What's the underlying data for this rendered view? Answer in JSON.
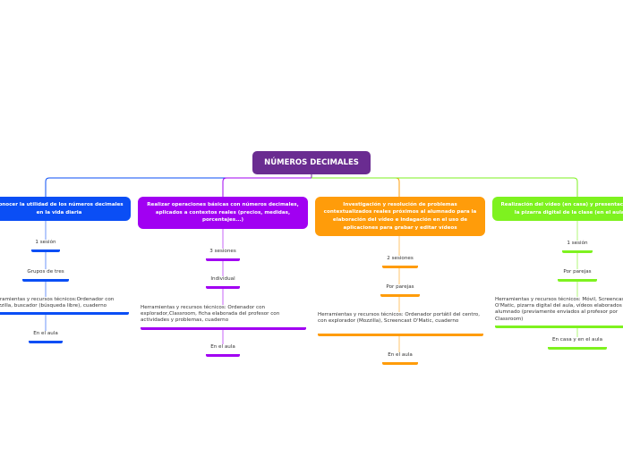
{
  "root": {
    "label": "NÚMEROS DECIMALES",
    "color": "#6a2c91"
  },
  "branches": [
    {
      "label": "Conocer la utilidad de los números decimales en la vida diaria",
      "color": "#0a4ef5",
      "leaves": [
        "1 sesión",
        "Grupos de tres",
        "Herramientas y recursos técnicos:Ordenador con Mozzilla, buscador (búsqueda libre), cuaderno",
        "En el aula"
      ]
    },
    {
      "label": "Realizar operaciones básicas con números decimales, aplicados a contextos reales (precios, medidas, porcentajes...)",
      "color": "#a100f2",
      "leaves": [
        "3 sesiones",
        "Individual",
        "Herramientas y recursos técnicos: Ordenador con explorador,Classroom, ficha elaborada del profesor con actividades y problemas, cuaderno",
        "En el aula"
      ]
    },
    {
      "label": "Investigación y resolución de problemas contextualizados reales próximos al alumnado para la elaboración del vídeo e indagación en el uso de aplicaciones para grabar y editar vídeos",
      "color": "#ff9c0a",
      "leaves": [
        "2 sesiones",
        "Por parejas",
        "Herramientas y recursos técnicos: Ordenador portátil del centro, con explorador (Mozzilla), Screencast O'Matic, cuaderno",
        "En el aula"
      ]
    },
    {
      "label": "Realización del vídeo (en casa) y presentación en la pizarra digital de la clase (en el aula)",
      "color": "#7ef21f",
      "leaves": [
        "1 sesión",
        "Por parejas",
        "Herramientas y recursos técnicos: Móvil, Screencast O'Matic, pizarra digital del aula, vídeos elaborados por el alumnado (previamente enviados al profesor por Classroom)",
        "En casa y en el aula"
      ]
    }
  ]
}
